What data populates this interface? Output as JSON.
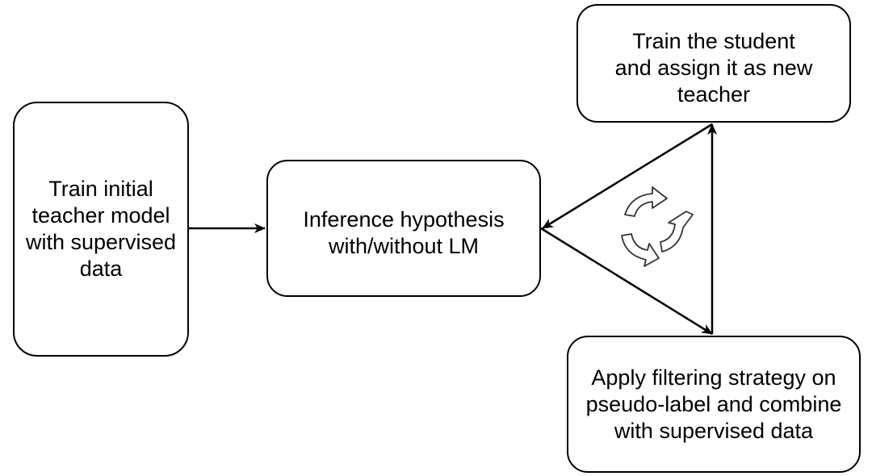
{
  "nodes": {
    "initial": {
      "lines": [
        "Train initial",
        "teacher model",
        "with supervised",
        "data"
      ]
    },
    "inference": {
      "lines": [
        "Inference hypothesis",
        "with/without LM"
      ]
    },
    "student": {
      "lines": [
        "Train the student",
        "and assign it as new",
        "teacher"
      ]
    },
    "filter": {
      "lines": [
        "Apply filtering strategy on",
        "pseudo-label and combine",
        "with supervised data"
      ]
    }
  },
  "edges": [
    {
      "from": "initial",
      "to": "inference"
    },
    {
      "from": "inference",
      "to": "filter"
    },
    {
      "from": "filter",
      "to": "student"
    },
    {
      "from": "student",
      "to": "inference"
    }
  ],
  "cycle_icon": "refresh-cycle-icon",
  "colors": {
    "stroke": "#000000",
    "icon": "#333333",
    "background": "#ffffff"
  }
}
